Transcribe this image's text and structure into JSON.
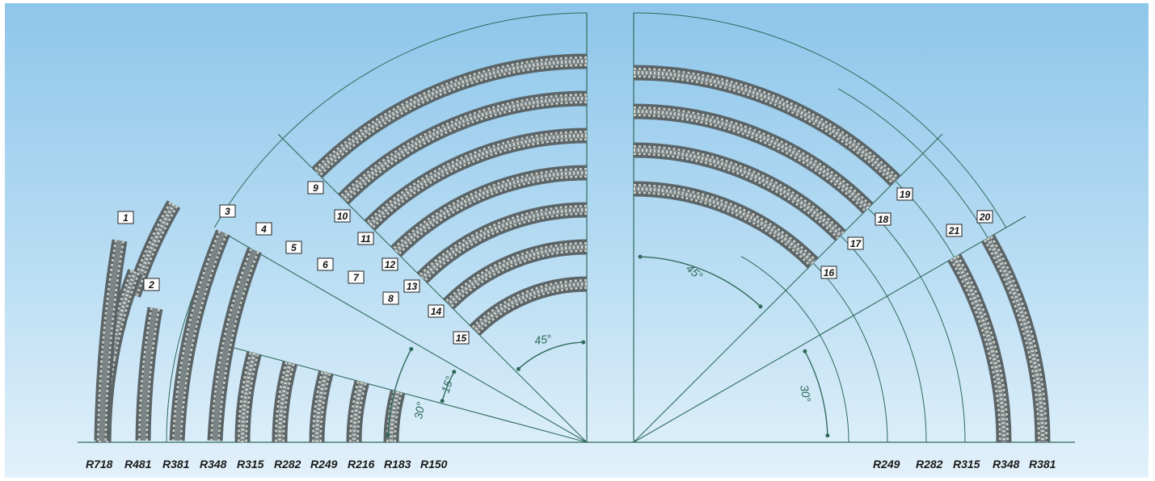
{
  "colors": {
    "line": "#2f6a5c",
    "track_rail": "#6f7b7e",
    "track_tie": "#c9cbc3",
    "label_box_fill": "#ffffff",
    "label_box_stroke": "#222222"
  },
  "left_radius_labels": [
    "R718",
    "R481",
    "R381",
    "R348",
    "R315",
    "R282",
    "R249",
    "R216",
    "R183",
    "R150"
  ],
  "right_radius_labels": [
    "R249",
    "R282",
    "R315",
    "R348",
    "R381"
  ],
  "angle_labels": {
    "deg45_left": "45°",
    "deg15": "15°",
    "deg30_left": "30°",
    "deg45_right": "45°",
    "deg30_right": "30°"
  },
  "track_numbers": [
    "1",
    "2",
    "3",
    "4",
    "5",
    "6",
    "7",
    "8",
    "9",
    "10",
    "11",
    "12",
    "13",
    "14",
    "15",
    "16",
    "17",
    "18",
    "19",
    "20",
    "21"
  ]
}
